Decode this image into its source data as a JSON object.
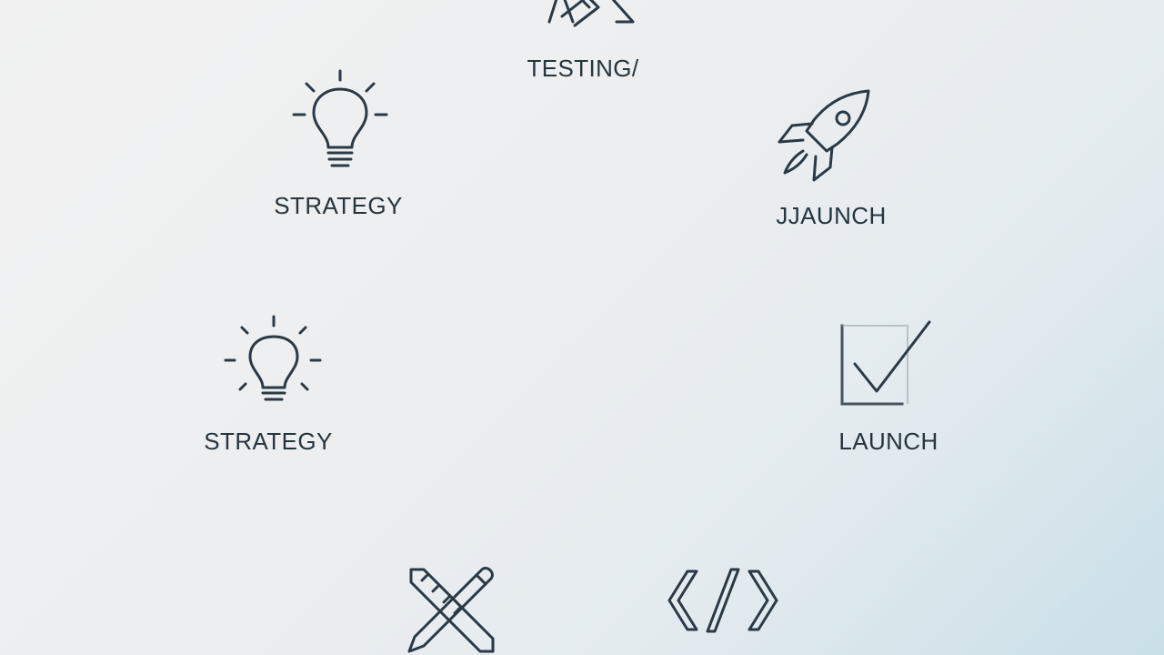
{
  "diagram": {
    "nodes": [
      {
        "id": "testing",
        "label": "TESTING/",
        "icon": "ruler-pencil-icon"
      },
      {
        "id": "strategy_top",
        "label": "STRATEGY",
        "icon": "lightbulb-icon"
      },
      {
        "id": "launch_rocket",
        "label": "JJAUNCH",
        "icon": "rocket-icon"
      },
      {
        "id": "strategy_left",
        "label": "STRATEGY",
        "icon": "lightbulb-icon"
      },
      {
        "id": "launch_check",
        "label": "LAUNCH",
        "icon": "checkbox-icon"
      },
      {
        "id": "design",
        "label": "",
        "icon": "ruler-pencil-icon"
      },
      {
        "id": "code",
        "label": "",
        "icon": "code-brackets-icon"
      }
    ]
  },
  "colors": {
    "ink": "#2a3945",
    "text": "#26343d",
    "bg_start": "#f1f1f1",
    "bg_end": "#c9dfe7"
  }
}
